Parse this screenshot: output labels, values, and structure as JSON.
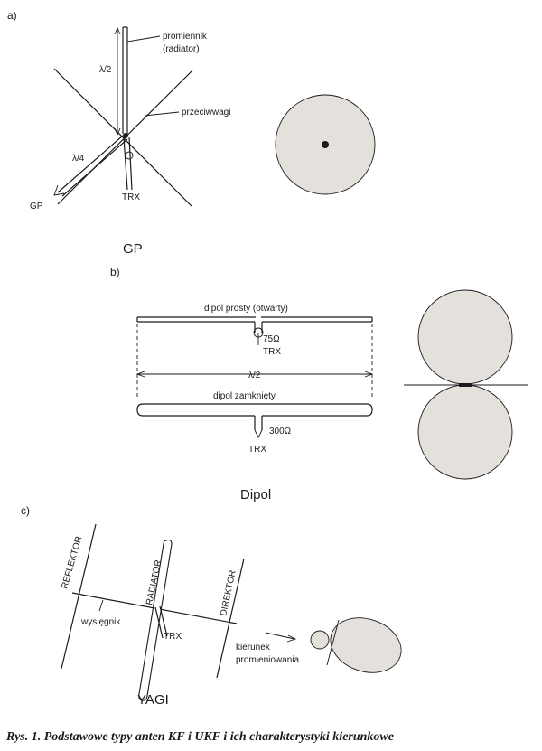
{
  "sections": {
    "a": {
      "letter": "a)",
      "title": "GP",
      "labels": {
        "radiator_line1": "promiennik",
        "radiator_line2": "(radiator)",
        "lambda_half": "λ/2",
        "counterpoise": "przeciwwagi",
        "lambda_quarter": "λ/4",
        "gp": "GP",
        "trx": "TRX"
      }
    },
    "b": {
      "letter": "b)",
      "title": "Dipol",
      "labels": {
        "open_dipole": "dipol prosty (otwarty)",
        "impedance_open": "75Ω",
        "trx_open": "TRX",
        "lambda_half": "λ/2",
        "folded_dipole": "dipol zamknięty",
        "impedance_folded": "300Ω",
        "trx_folded": "TRX"
      }
    },
    "c": {
      "letter": "c)",
      "title": "YAGI",
      "labels": {
        "reflector": "REFLEKTOR",
        "radiator": "RADIATOR",
        "director": "DIREKTOR",
        "boom": "wysięgnik",
        "trx": "TRX",
        "direction_line1": "kierunek",
        "direction_line2": "promieniowania"
      }
    }
  },
  "caption": "Rys. 1. Podstawowe typy anten KF i UKF i ich charakterystyki kierunkowe",
  "colors": {
    "lobe_fill": "#e4e0db",
    "ink": "#1a1a1a"
  }
}
